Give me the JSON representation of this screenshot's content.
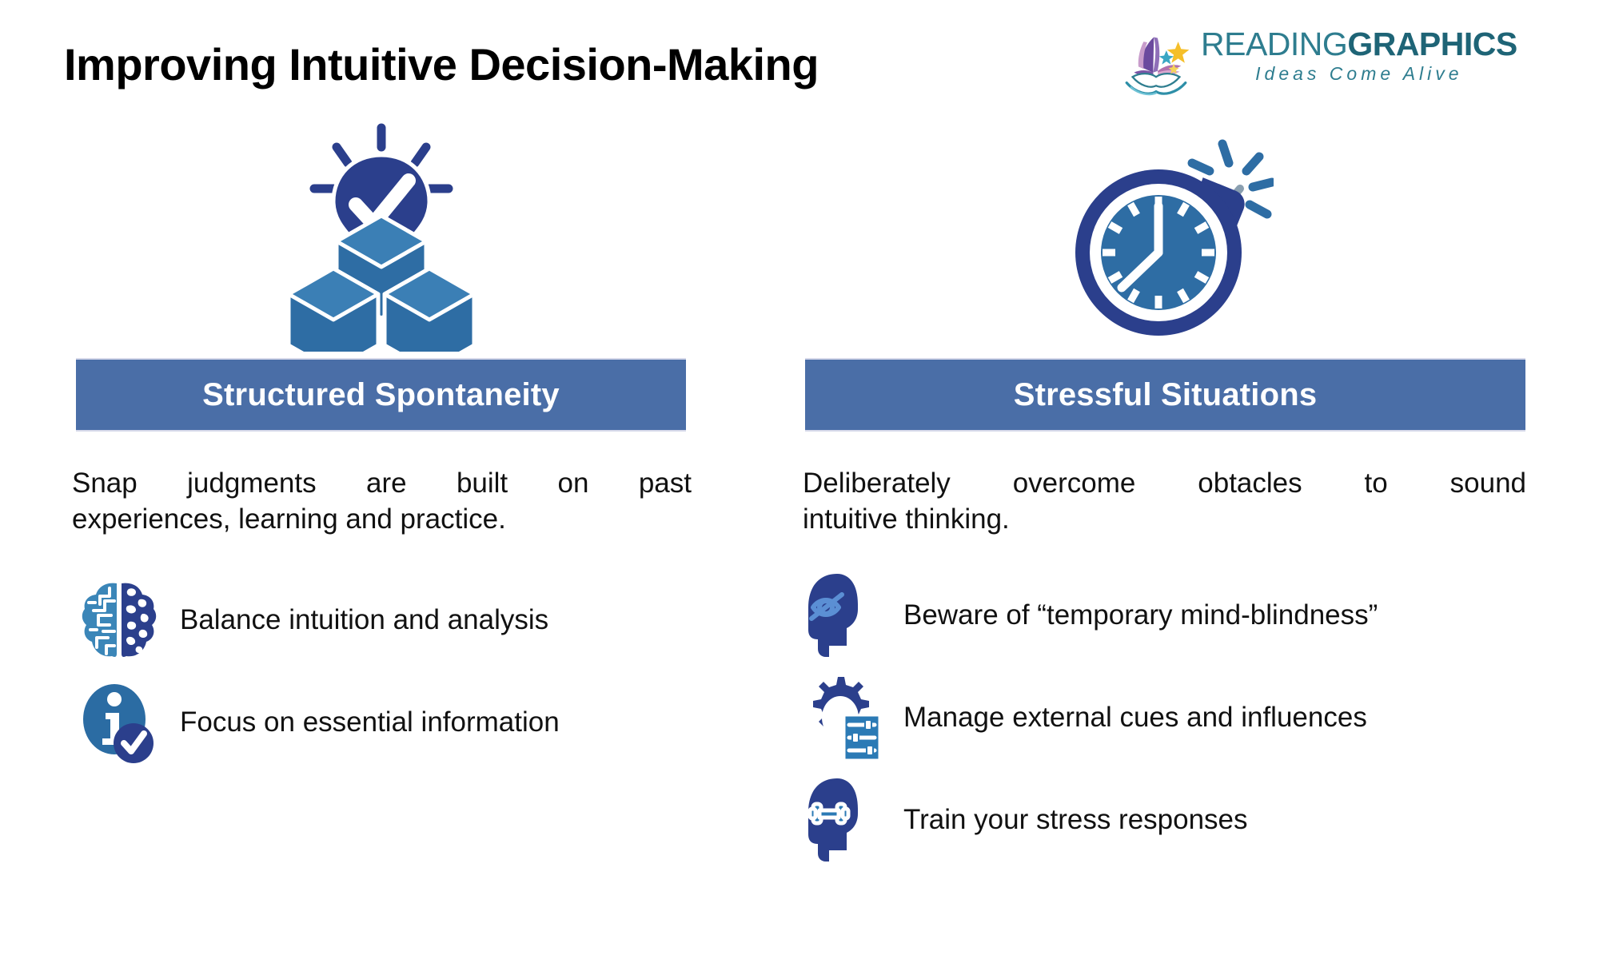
{
  "page": {
    "title": "Improving Intuitive Decision-Making",
    "background_color": "#ffffff",
    "accent_bar_color": "#4a6ea7",
    "navy_color": "#2b3f8c",
    "blue_color": "#2e6da4",
    "teal_color": "#2e7d8f"
  },
  "brand": {
    "wordmark_light": "READING",
    "wordmark_bold": "GRAPHICS",
    "tagline": "Ideas Come Alive",
    "mark_icon": "open-book-with-stars-icon"
  },
  "columns": [
    {
      "id": "structured-spontaneity",
      "hero_icon": "lightbulb-check-on-cubes-icon",
      "heading": "Structured Spontaneity",
      "intro_line_1": "Snap judgments are built on past",
      "intro_line_2": "experiences, learning and practice.",
      "bullets": [
        {
          "icon": "split-brain-icon",
          "label": "Balance intuition and analysis"
        },
        {
          "icon": "info-check-icon",
          "label": "Focus on essential information"
        }
      ]
    },
    {
      "id": "stressful-situations",
      "hero_icon": "time-bomb-clock-icon",
      "heading": "Stressful Situations",
      "intro_line_1": "Deliberately overcome obtacles to sound",
      "intro_line_2": "intuitive thinking.",
      "bullets": [
        {
          "icon": "head-blocked-eye-icon",
          "label": "Beware of “temporary mind-blindness”"
        },
        {
          "icon": "gear-sliders-icon",
          "label": "Manage external cues and influences"
        },
        {
          "icon": "head-dumbbell-icon",
          "label": "Train your stress responses"
        }
      ]
    }
  ]
}
